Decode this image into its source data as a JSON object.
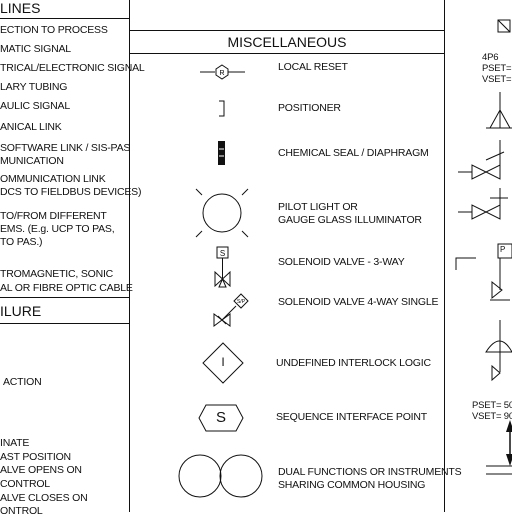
{
  "lines_section": {
    "title": "LINES",
    "items": [
      [
        "ECTION TO PROCESS"
      ],
      [
        "MATIC SIGNAL"
      ],
      [
        "TRICAL/ELECTRONIC SIGNAL"
      ],
      [
        "LARY TUBING"
      ],
      [
        "AULIC SIGNAL"
      ],
      [
        "ANICAL LINK"
      ],
      [
        "SOFTWARE LINK / SIS-PAS",
        "MUNICATION"
      ],
      [
        "OMMUNICATION LINK",
        "DCS TO FIELDBUS DEVICES)"
      ],
      [
        "TO/FROM DIFFERENT",
        "EMS. (E.g. UCP TO PAS,",
        "TO PAS.)"
      ],
      [
        "TROMAGNETIC, SONIC",
        "AL OR FIBRE OPTIC CABLE"
      ]
    ]
  },
  "failure_section": {
    "title": "ILURE",
    "items": [
      [
        "ACTION"
      ],
      [
        "INATE",
        "AST POSITION",
        "ALVE OPENS ON",
        "CONTROL",
        "ALVE CLOSES ON",
        "ONTROL"
      ]
    ]
  },
  "misc_section": {
    "title": "MISCELLANEOUS",
    "items": [
      {
        "icon": "local-reset-icon",
        "label": [
          "LOCAL RESET"
        ]
      },
      {
        "icon": "positioner-icon",
        "label": [
          "POSITIONER"
        ]
      },
      {
        "icon": "chemical-seal-icon",
        "label": [
          "CHEMICAL SEAL / DIAPHRAGM"
        ]
      },
      {
        "icon": "pilot-light-icon",
        "label": [
          "PILOT LIGHT OR",
          "GAUGE GLASS ILLUMINATOR"
        ]
      },
      {
        "icon": "solenoid-valve-3way-icon",
        "label": [
          "SOLENOID VALVE - 3-WAY"
        ],
        "symbol_text": "S"
      },
      {
        "icon": "solenoid-valve-4way-icon",
        "label": [
          "SOLENOID VALVE 4-WAY SINGLE"
        ]
      },
      {
        "icon": "interlock-diamond-icon",
        "label": [
          "UNDEFINED INTERLOCK LOGIC"
        ],
        "symbol_text": "I"
      },
      {
        "icon": "sequence-hexagon-icon",
        "label": [
          "SEQUENCE INTERFACE POINT"
        ],
        "symbol_text": "S"
      },
      {
        "icon": "dual-circles-icon",
        "label": [
          "DUAL FUNCTIONS OR INSTRUMENTS",
          "SHARING COMMON HOUSING"
        ]
      }
    ]
  },
  "right_panel": {
    "top_label": [
      "4P6",
      "PSET=",
      "VSET="
    ],
    "bottom_label": [
      "PSET= 50",
      "VSET= 90"
    ],
    "symbol_text": "P"
  }
}
